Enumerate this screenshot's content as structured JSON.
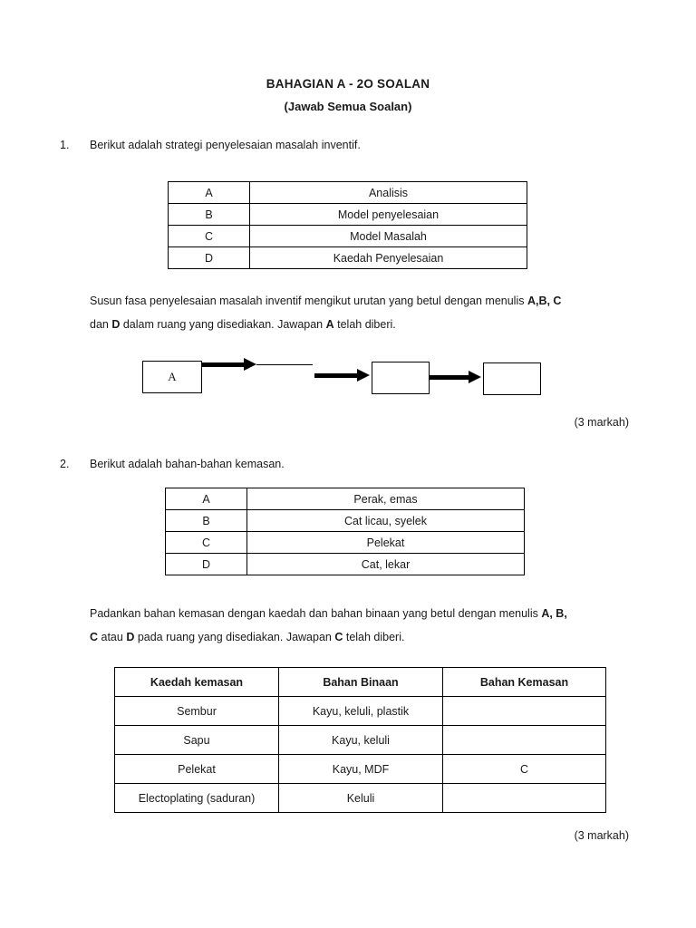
{
  "document": {
    "title": "BAHAGIAN A - 2O SOALAN",
    "subtitle": "(Jawab Semua Soalan)"
  },
  "questions": [
    {
      "number": "1.",
      "stem": "Berikut adalah strategi penyelesaian masalah inventif.",
      "options": [
        {
          "key": "A",
          "text": "Analisis"
        },
        {
          "key": "B",
          "text": "Model penyelesaian"
        },
        {
          "key": "C",
          "text": "Model Masalah"
        },
        {
          "key": "D",
          "text": "Kaedah Penyelesaian"
        }
      ],
      "instruction_line1_a": "Susun fasa penyelesaian masalah inventif mengikut urutan yang betul dengan menulis ",
      "instruction_line1_b": "A,B, C",
      "instruction_line2_a": "dan ",
      "instruction_line2_b": "D",
      "instruction_line2_c": " dalam ruang yang disediakan. Jawapan ",
      "instruction_line2_d": "A",
      "instruction_line2_e": " telah diberi.",
      "flow": {
        "box1": "A",
        "box2": "",
        "box3": ""
      },
      "marks": "(3 markah)"
    },
    {
      "number": "2.",
      "stem": "Berikut adalah bahan-bahan kemasan.",
      "options": [
        {
          "key": "A",
          "text": "Perak, emas"
        },
        {
          "key": "B",
          "text": "Cat licau, syelek"
        },
        {
          "key": "C",
          "text": "Pelekat"
        },
        {
          "key": "D",
          "text": "Cat, lekar"
        }
      ],
      "instruction_line1_a": "Padankan bahan kemasan dengan kaedah dan bahan binaan yang betul dengan menulis ",
      "instruction_line1_b": "A, B,",
      "instruction_line2_a": "C",
      "instruction_line2_b": " atau ",
      "instruction_line2_c": "D",
      "instruction_line2_d": " pada ruang yang disediakan. Jawapan ",
      "instruction_line2_e": "C",
      "instruction_line2_f": " telah diberi.",
      "match_table": {
        "headers": [
          "Kaedah kemasan",
          "Bahan Binaan",
          "Bahan Kemasan"
        ],
        "rows": [
          [
            "Sembur",
            "Kayu, keluli, plastik",
            ""
          ],
          [
            "Sapu",
            "Kayu, keluli",
            ""
          ],
          [
            "Pelekat",
            "Kayu, MDF",
            "C"
          ],
          [
            "Electoplating (saduran)",
            "Keluli",
            ""
          ]
        ]
      },
      "marks": "(3 markah)"
    }
  ]
}
